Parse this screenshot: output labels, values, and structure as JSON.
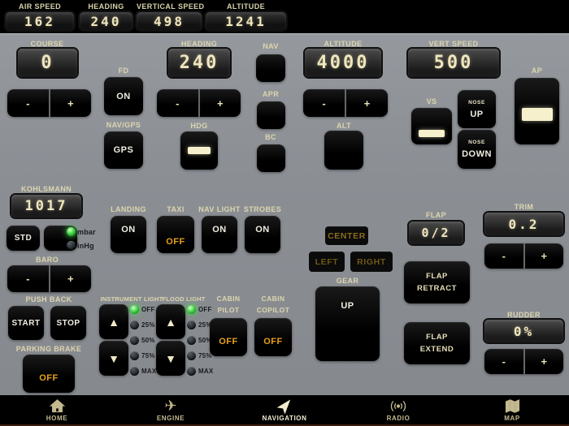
{
  "symbols": {
    "minus": "-",
    "plus": "+"
  },
  "topbar": {
    "gauges": [
      {
        "label": "AIR SPEED",
        "value": "162"
      },
      {
        "label": "HEADING",
        "value": "240"
      },
      {
        "label": "VERTICAL SPEED",
        "value": "498"
      },
      {
        "label": "ALTITUDE",
        "value": "1241"
      }
    ]
  },
  "autopilot": {
    "course": {
      "label": "COURSE",
      "value": "0"
    },
    "fd": {
      "label": "FD",
      "state": "ON"
    },
    "nav_gps": {
      "label": "NAV/GPS",
      "state": "GPS"
    },
    "heading": {
      "label": "HEADING",
      "value": "240",
      "hdg_button_label": "HDG"
    },
    "nav": {
      "label": "NAV"
    },
    "apr": {
      "label": "APR"
    },
    "bc": {
      "label": "BC"
    },
    "altitude": {
      "label": "ALTITUDE",
      "value": "4000",
      "alt_button_label": "ALT"
    },
    "vert_speed": {
      "label": "VERT SPEED",
      "value": "500",
      "vs_button_label": "VS",
      "nose_word": "NOSE",
      "up_word": "UP",
      "down_word": "DOWN"
    },
    "ap": {
      "label": "AP"
    }
  },
  "kohlsmann": {
    "label": "KOHLSMANN",
    "value": "1017",
    "std_label": "STD",
    "baro_label": "BARO",
    "units": [
      {
        "label": "mbar",
        "active": true
      },
      {
        "label": "inHg",
        "active": false
      }
    ]
  },
  "lights": {
    "landing": {
      "label": "LANDING",
      "state": "ON"
    },
    "taxi": {
      "label": "TAXI",
      "state": "OFF"
    },
    "nav_light": {
      "label": "NAV LIGHT",
      "state": "ON"
    },
    "strobes": {
      "label": "STROBES",
      "state": "ON"
    }
  },
  "push_back": {
    "label": "PUSH BACK",
    "start": "START",
    "stop": "STOP"
  },
  "parking_brake": {
    "label": "PARKING BRAKE",
    "state": "OFF"
  },
  "cabin_lighting": {
    "levels": [
      "OFF",
      "25%",
      "50%",
      "75%",
      "MAX"
    ],
    "instrument": {
      "label": "INSTRUMENT LIGHT",
      "active_level": "OFF"
    },
    "flood": {
      "label": "FLOOD LIGHT",
      "active_level": "OFF"
    }
  },
  "cabin": {
    "pilot": {
      "label_line1": "CABIN",
      "label_line2": "PILOT",
      "state": "OFF"
    },
    "copilot": {
      "label_line1": "CABIN",
      "label_line2": "COPILOT",
      "state": "OFF"
    }
  },
  "gear": {
    "label": "GEAR",
    "state": "UP",
    "indicators": [
      {
        "label": "CENTER"
      },
      {
        "label": "LEFT"
      },
      {
        "label": "RIGHT"
      }
    ]
  },
  "flap": {
    "label": "FLAP",
    "value": "0/2",
    "retract": {
      "line1": "FLAP",
      "line2": "RETRACT"
    },
    "extend": {
      "line1": "FLAP",
      "line2": "EXTEND"
    }
  },
  "trim": {
    "label": "TRIM",
    "value": "0.2"
  },
  "rudder": {
    "label": "RUDDER",
    "value": "0%"
  },
  "nav_bar": {
    "items": [
      {
        "label": "HOME",
        "icon": "home-icon",
        "active": false
      },
      {
        "label": "ENGINE",
        "icon": "engine-icon",
        "active": false
      },
      {
        "label": "NAVIGATION",
        "icon": "navigation-icon",
        "active": true
      },
      {
        "label": "RADIO",
        "icon": "radio-icon",
        "active": false
      },
      {
        "label": "MAP",
        "icon": "map-icon",
        "active": false
      }
    ]
  },
  "colors": {
    "background": "#8b8f94",
    "bar_black": "#000000",
    "display_digit": "#efe6bd",
    "label_cream": "#dcd5ae",
    "state_on_white": "#f0ede0",
    "state_off_amber": "#e8a11d",
    "led_green": "#46d449",
    "annunciator_dim_gold": "#6f5815",
    "lit_bar": "#f6f0cd"
  }
}
